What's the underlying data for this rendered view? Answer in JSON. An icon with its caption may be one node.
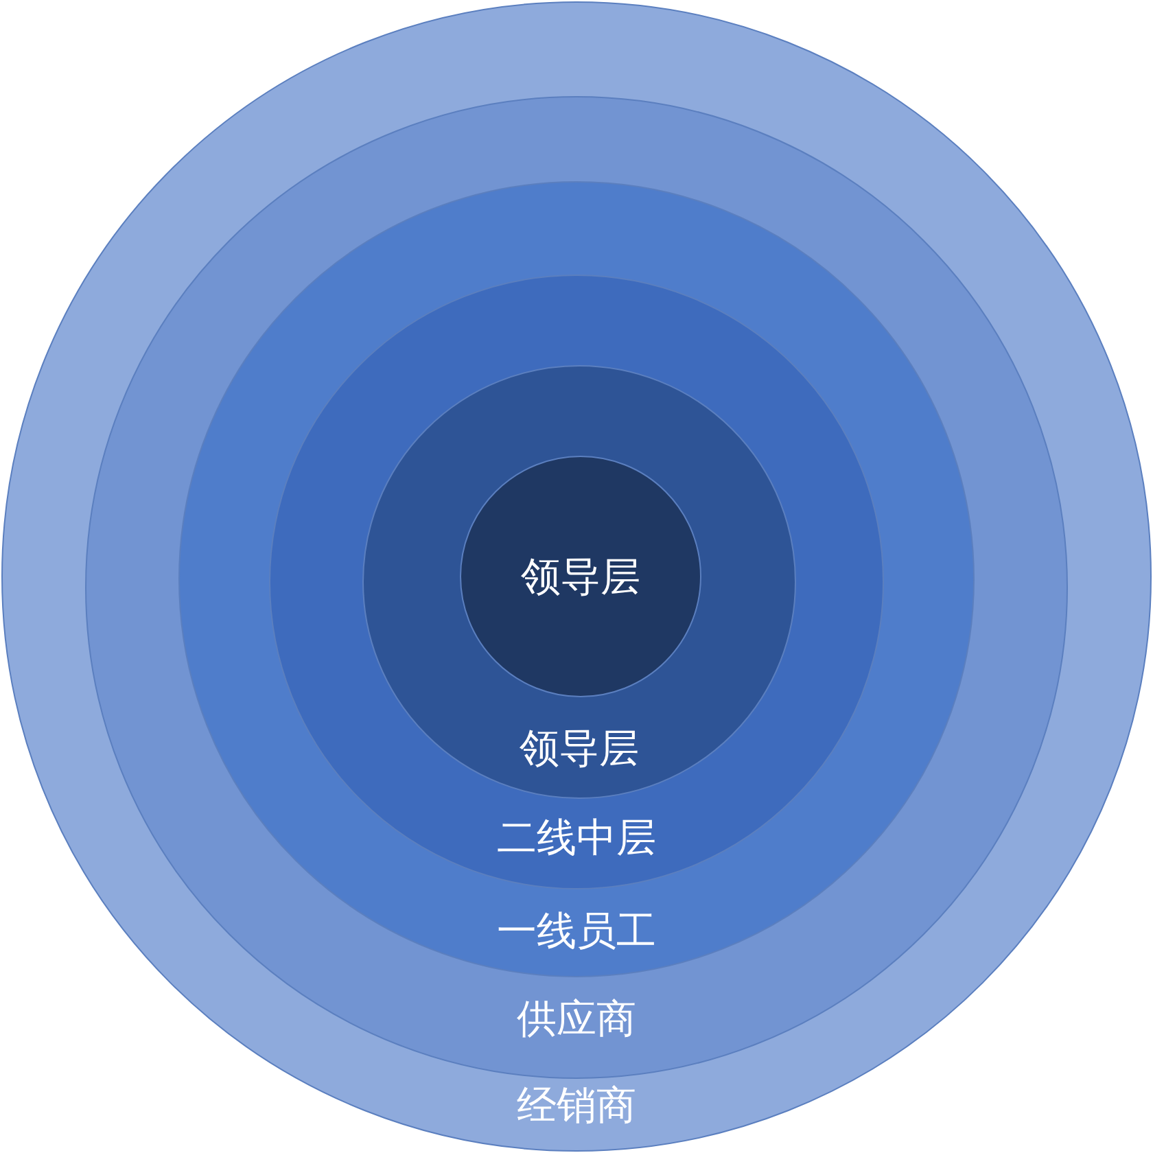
{
  "diagram": {
    "nodes": [
      {
        "text": [
          "经销商"
        ]
      },
      {
        "text": [
          "供应商"
        ],
        "in": 0
      },
      {
        "text": [
          "一线员工"
        ],
        "in": 1
      },
      {
        "text": [
          "二线中层"
        ],
        "in": 2
      },
      {
        "text": [
          "领导层"
        ],
        "in": 3
      },
      {
        "text": [
          "领导层"
        ],
        "in": 4
      }
    ]
  }
}
